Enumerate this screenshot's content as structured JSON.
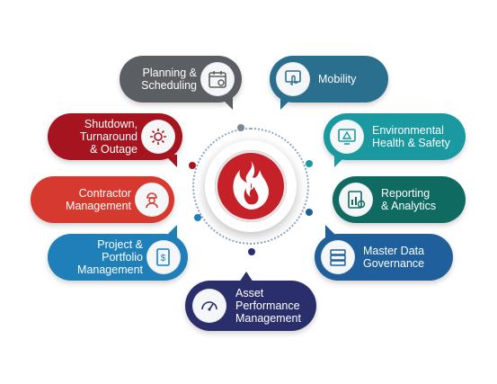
{
  "diagram": {
    "center": {
      "icon": "flame-icon",
      "color": "#c62128"
    },
    "items": [
      {
        "label": "Planning &\nScheduling",
        "icon": "calendar-icon",
        "color": "#5b5f63"
      },
      {
        "label": "Mobility",
        "icon": "touch-screen-icon",
        "color": "#2b6f8f"
      },
      {
        "label": "Shutdown,\nTurnaround\n& Outage",
        "icon": "gear-icon",
        "color": "#a5141f"
      },
      {
        "label": "Environmental\nHealth & Safety",
        "icon": "warning-monitor-icon",
        "color": "#1a9aa0"
      },
      {
        "label": "Contractor\nManagement",
        "icon": "worker-icon",
        "color": "#d63a2f"
      },
      {
        "label": "Reporting\n& Analytics",
        "icon": "report-chart-icon",
        "color": "#0f6b62"
      },
      {
        "label": "Project &\nPortfolio\nManagement",
        "icon": "budget-document-icon",
        "color": "#1f7fb8"
      },
      {
        "label": "Master Data\nGovernance",
        "icon": "server-icon",
        "color": "#1f5f9c"
      },
      {
        "label": "Asset\nPerformance\nManagement",
        "icon": "gauge-icon",
        "color": "#2a2e6b"
      }
    ]
  }
}
